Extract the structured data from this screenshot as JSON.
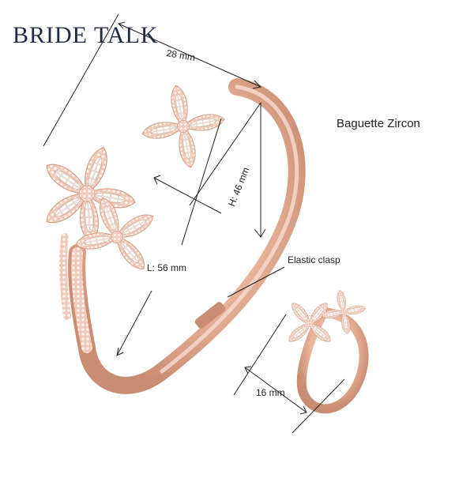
{
  "brand": {
    "name": "BRIDE TALK"
  },
  "labels": {
    "width": "28 mm",
    "material": "Baguette Zircon",
    "height": "H: 46 mm",
    "length": "L: 56 mm",
    "clasp": "Elastic clasp",
    "ring_width": "16 mm"
  },
  "colors": {
    "background": "#ffffff",
    "metal": "#e8b49a",
    "metal_dark": "#c88d72",
    "stone": "#f6e7e1",
    "brand": "#1f2a44",
    "line": "#222222"
  }
}
